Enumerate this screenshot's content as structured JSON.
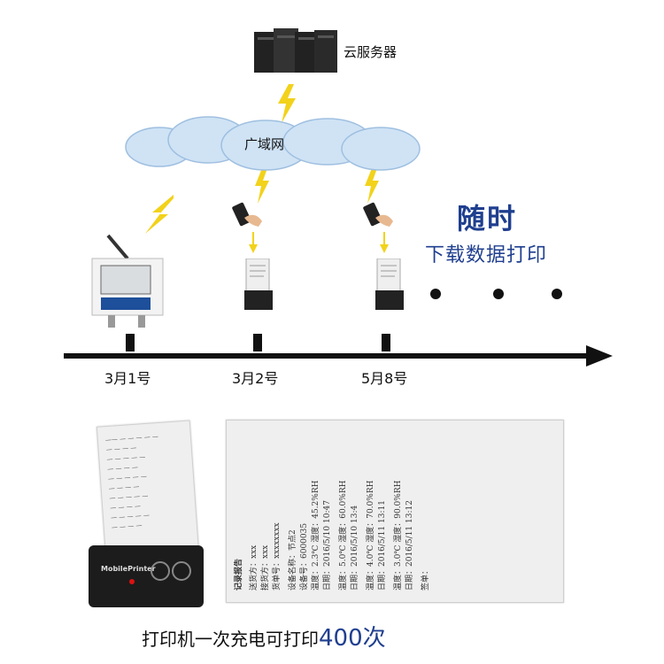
{
  "server_label": "云服务器",
  "wan_label": "广域网",
  "headline": {
    "title": "随时",
    "subtitle": "下载数据打印"
  },
  "timeline": {
    "dates": [
      "3月1号",
      "3月2号",
      "5月8号"
    ]
  },
  "receipt_large": {
    "header": "记录报告",
    "lines": [
      "送货方：xxx",
      "接货方：xxx",
      "货单号：xxxxxxxx",
      "设备名称：节点2",
      "设备号：6000035",
      "温度：2.3℃    湿度：45.2%RH",
      "日期：2016/5/10 10:47",
      "温度：5.0℃    湿度：60.0%RH",
      "日期：2016/5/10 13:4",
      "温度：4.0℃    湿度：70.0%RH",
      "日期：2016/5/11 13:11",
      "温度：3.0℃    湿度：90.0%RH",
      "日期：2016/5/11 13:12",
      "签单："
    ]
  },
  "printer_brand": "MobilePrinter",
  "caption": {
    "text": "打印机一次充电可打印",
    "number": "400次"
  },
  "colors": {
    "accent": "#1f3f8f",
    "lightning": "#f2d21a",
    "cloud": "#cfe3f5"
  }
}
